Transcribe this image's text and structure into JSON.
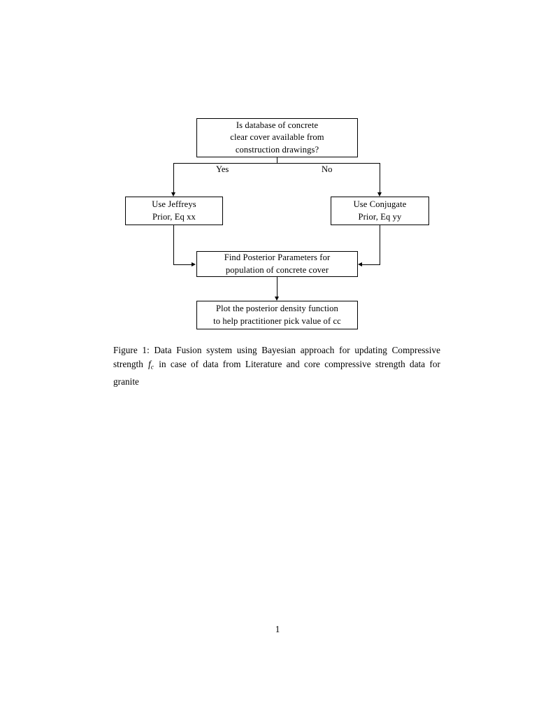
{
  "document": {
    "page_number": "1"
  },
  "figure": {
    "nodes": {
      "decision": {
        "lines": [
          "Is database of concrete",
          "clear cover available from",
          "construction drawings?"
        ]
      },
      "jeffreys": {
        "lines": [
          "Use Jeffreys",
          "Prior, Eq xx"
        ]
      },
      "conjugate": {
        "lines": [
          "Use Conjugate",
          "Prior, Eq yy"
        ]
      },
      "posterior": {
        "lines": [
          "Find Posterior Parameters for",
          "population of concrete cover"
        ]
      },
      "plot": {
        "lines": [
          "Plot the posterior density function",
          "to help practitioner pick value of cc"
        ]
      }
    },
    "branches": {
      "yes": "Yes",
      "no": "No"
    },
    "caption": {
      "label": "Figure 1:",
      "text_before_math": " Data Fusion system using Bayesian approach for updating Compressive strength ",
      "math_base": "f",
      "math_sub": "c",
      "text_after_math": " in case of data from Literature and core compressive strength data for granite"
    }
  },
  "colors": {
    "ink": "#000000",
    "paper": "#ffffff"
  }
}
